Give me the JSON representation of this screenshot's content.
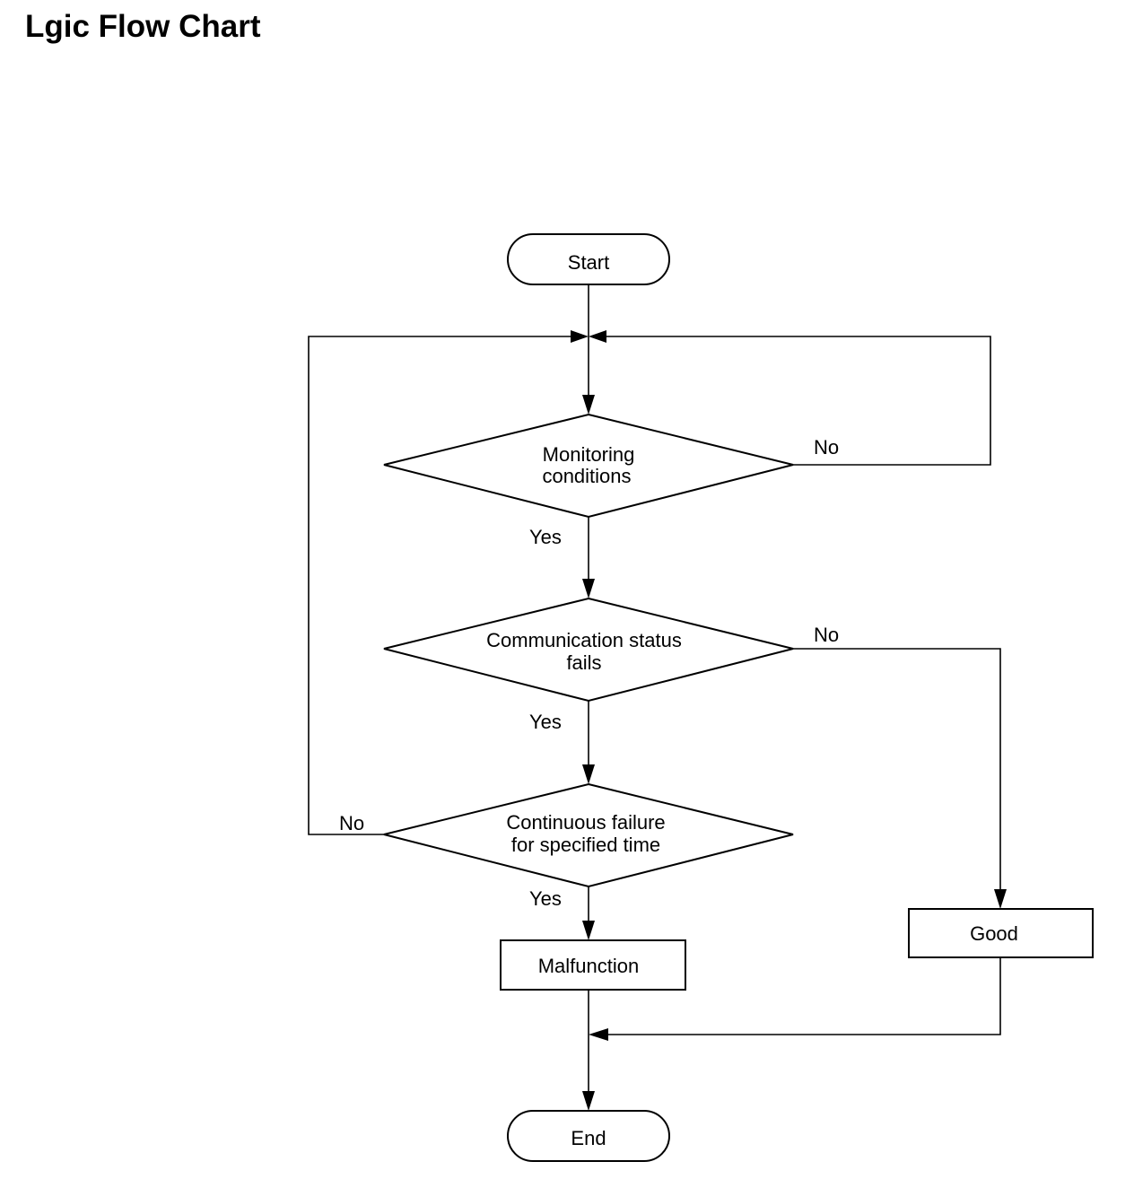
{
  "page": {
    "title": "Lgic Flow Chart"
  },
  "flowchart": {
    "start": "Start",
    "end": "End",
    "decision_monitoring": {
      "line1": "Monitoring",
      "line2": "conditions"
    },
    "decision_communication": {
      "line1": "Communication status",
      "line2": "fails"
    },
    "decision_continuous": {
      "line1": "Continuous failure",
      "line2": "for specified time"
    },
    "process_malfunction": "Malfunction",
    "process_good": "Good",
    "labels": {
      "yes": "Yes",
      "no": "No"
    }
  },
  "colors": {
    "stroke": "#000000",
    "background": "#ffffff"
  }
}
